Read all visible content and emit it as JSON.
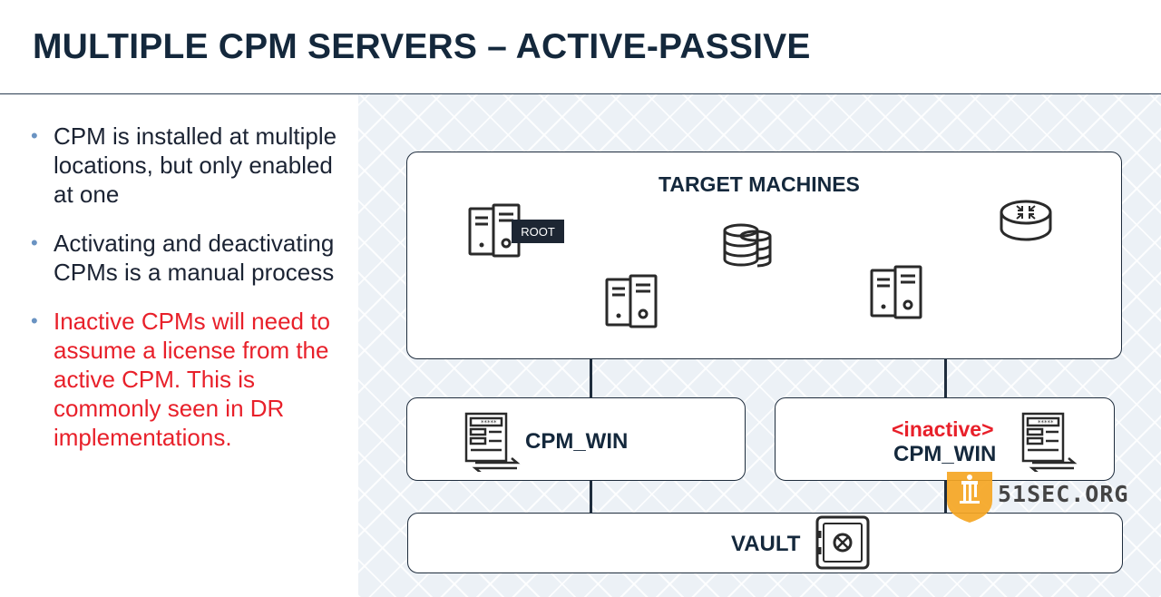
{
  "slide": {
    "title": "MULTIPLE CPM SERVERS – ACTIVE-PASSIVE"
  },
  "bullets": [
    {
      "text": "CPM is installed at multiple locations, but only enabled at one",
      "color": "#1b2333"
    },
    {
      "text": "Activating and deactivating CPMs is a manual process",
      "color": "#1b2333"
    },
    {
      "text": "Inactive CPMs will need to assume a license from the active CPM.  This is commonly seen in DR implementations.",
      "color": "#e8202a"
    }
  ],
  "bullet_symbol": "•",
  "diagram": {
    "targets": {
      "label": "TARGET MACHINES",
      "root_badge": "ROOT",
      "icons": [
        "server-icon",
        "server-icon",
        "server-icon",
        "database-icon",
        "router-icon"
      ]
    },
    "cpm_active": {
      "label": "CPM_WIN",
      "icon": "cpm-icon"
    },
    "cpm_inactive": {
      "tag": "<inactive>",
      "label": "CPM_WIN",
      "icon": "cpm-icon"
    },
    "vault": {
      "label": "VAULT",
      "icon": "safe-icon"
    }
  },
  "watermark": {
    "text": "51SEC.ORG",
    "color": "#f5a623"
  }
}
